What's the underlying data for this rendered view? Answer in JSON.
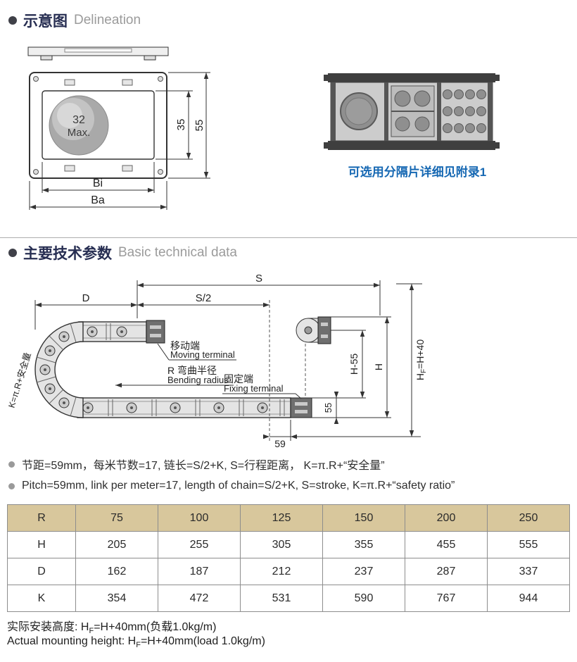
{
  "colors": {
    "accent_blue": "#1668b3",
    "table_highlight_row": "#d8c79c",
    "heading_navy": "#272e52",
    "heading_gray": "#9b9b9b"
  },
  "sections": {
    "delineation": {
      "zh": "示意图",
      "en": "Delineation"
    },
    "technical": {
      "zh": "主要技术参数",
      "en": "Basic technical data"
    }
  },
  "cross_section": {
    "ball_line1": "32",
    "ball_line2": "Max.",
    "dim_inner_height": "35",
    "dim_outer_height": "55",
    "dim_inner_width": "Bi",
    "dim_outer_width": "Ba"
  },
  "separator": {
    "note": "可选用分隔片详细见附录1"
  },
  "diagram": {
    "dim_s": "S",
    "dim_s_half": "S/2",
    "dim_d": "D",
    "moving_zh": "移动端",
    "moving_en": "Moving terminal",
    "radius_zh": "R 弯曲半径",
    "radius_en": "Bending radius",
    "fixing_zh": "固定端",
    "fixing_en": "Fixing terminal",
    "dim_h55": "H-55",
    "dim_h": "H",
    "hf_h": "H",
    "hf_f": "F",
    "hf_rest": "=H+40",
    "dim_55": "55",
    "dim_59": "59",
    "k_formula": "K=π.R+安全量"
  },
  "notes": {
    "zh": "节距=59mm，每米节数=17, 链长=S/2+K, S=行程距离， K=π.R+“安全量”",
    "en": "Pitch=59mm, link per meter=17, length of chain=S/2+K, S=stroke, K=π.R+“safety ratio”"
  },
  "table": {
    "rows": [
      {
        "label": "R",
        "values": [
          "75",
          "100",
          "125",
          "150",
          "200",
          "250"
        ]
      },
      {
        "label": "H",
        "values": [
          "205",
          "255",
          "305",
          "355",
          "455",
          "555"
        ]
      },
      {
        "label": "D",
        "values": [
          "162",
          "187",
          "212",
          "237",
          "287",
          "337"
        ]
      },
      {
        "label": "K",
        "values": [
          "354",
          "472",
          "531",
          "590",
          "767",
          "944"
        ]
      }
    ]
  },
  "footer": {
    "zh_pre": "实际安装高度: H",
    "zh_sub": "F",
    "zh_post": "=H+40mm(负载1.0kg/m)",
    "en_pre": "Actual mounting height: H",
    "en_sub": "F",
    "en_post": "=H+40mm(load 1.0kg/m)"
  }
}
